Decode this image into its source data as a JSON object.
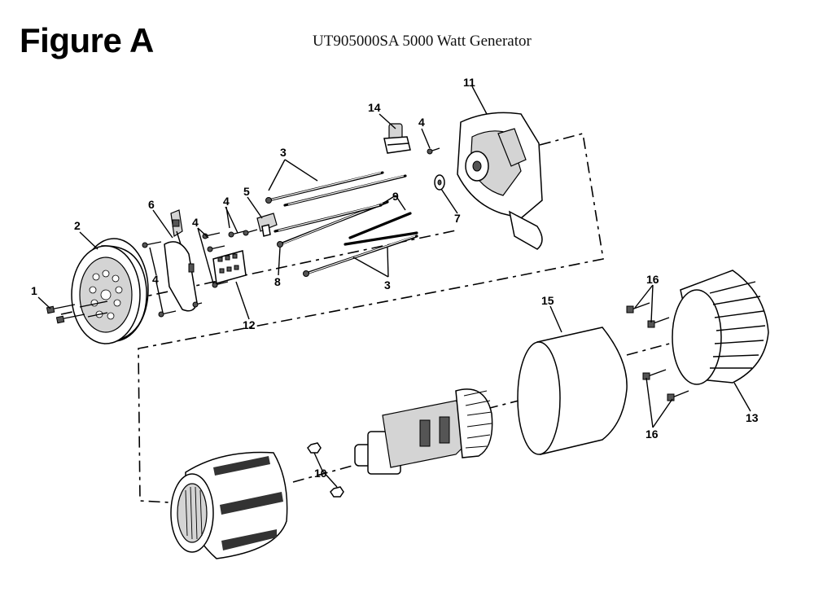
{
  "header": {
    "figure_label": "Figure A",
    "model_title": "UT905000SA 5000 Watt Generator"
  },
  "callouts": {
    "c1": "1",
    "c2": "2",
    "c3a": "3",
    "c3b": "3",
    "c4a": "4",
    "c4b": "4",
    "c4c": "4",
    "c4d": "4",
    "c5": "5",
    "c6": "6",
    "c7": "7",
    "c8": "8",
    "c9": "9",
    "c10": "10",
    "c11": "11",
    "c12": "12",
    "c13": "13",
    "c14": "14",
    "c15": "15",
    "c16a": "16",
    "c16b": "16"
  }
}
